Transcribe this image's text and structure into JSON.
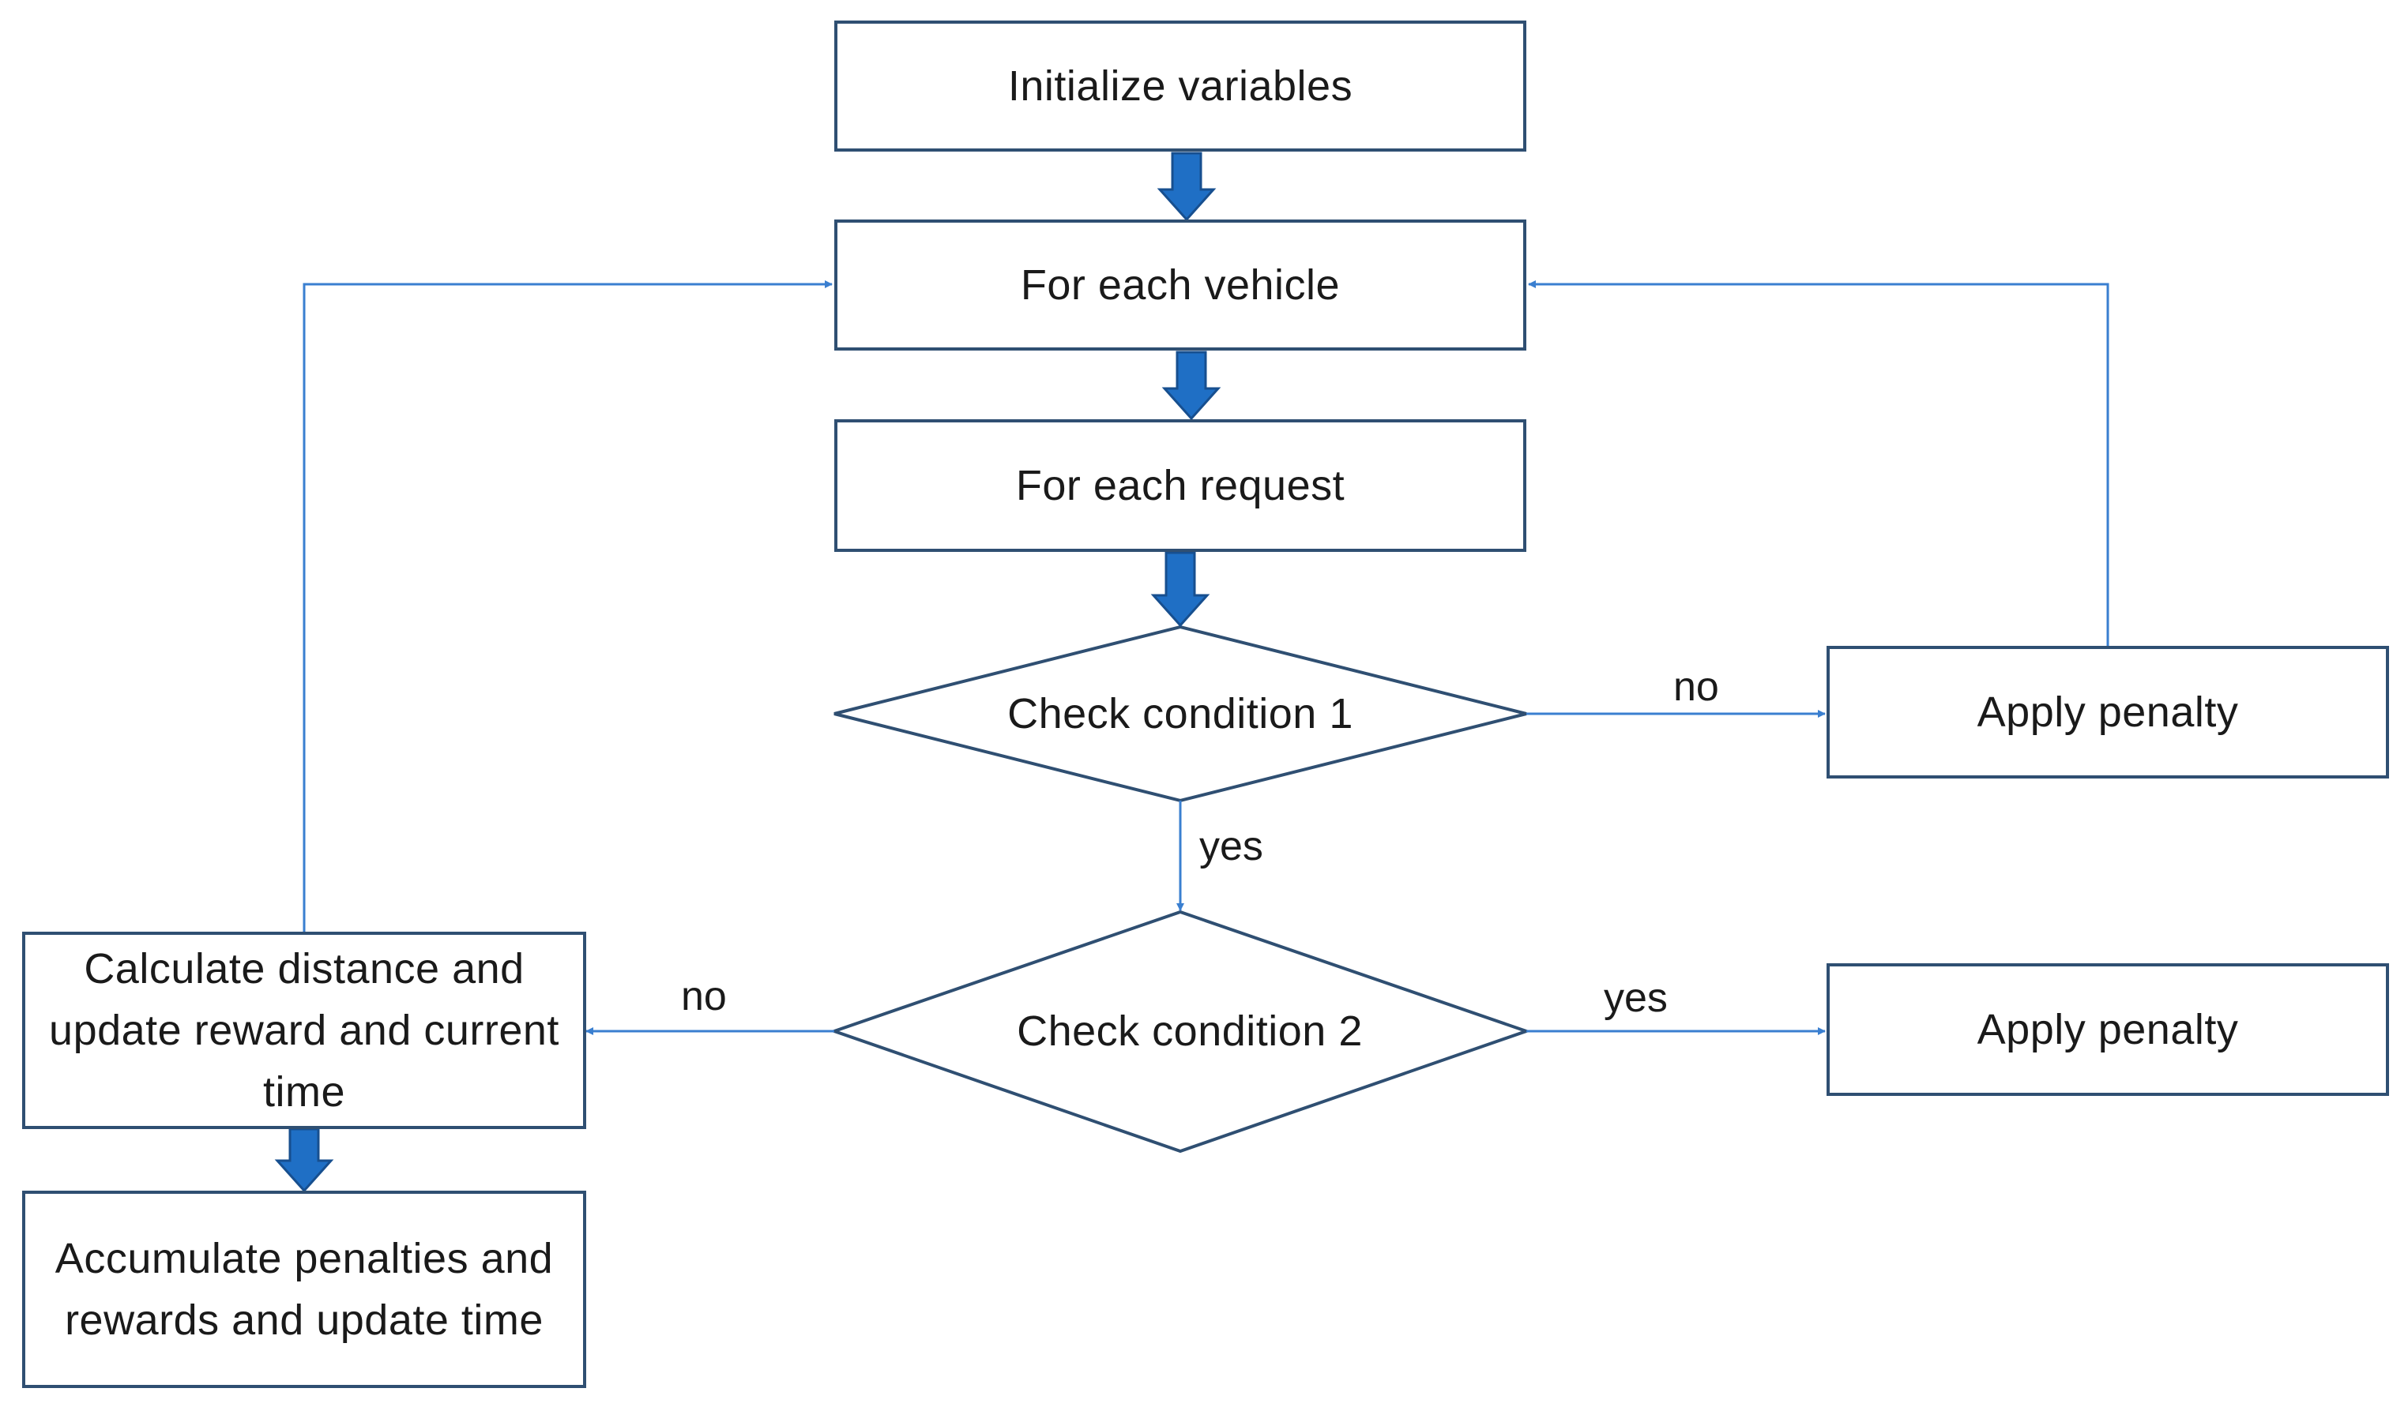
{
  "nodes": {
    "init": "Initialize variables",
    "for_vehicle": "For each vehicle",
    "for_request": "For each request",
    "check1": "Check condition 1",
    "penalty1": "Apply penalty",
    "check2": "Check condition 2",
    "penalty2": "Apply penalty",
    "calc": "Calculate distance and update reward and current time",
    "accumulate": "Accumulate penalties and rewards and update time"
  },
  "edge_labels": {
    "check1_no": "no",
    "check1_yes": "yes",
    "check2_no": "no",
    "check2_yes": "yes"
  },
  "colors": {
    "box_border": "#2f4f72",
    "thin_arrow": "#3a7fd0",
    "block_arrow_fill": "#1f6fc5",
    "block_arrow_stroke": "#174f8f"
  }
}
